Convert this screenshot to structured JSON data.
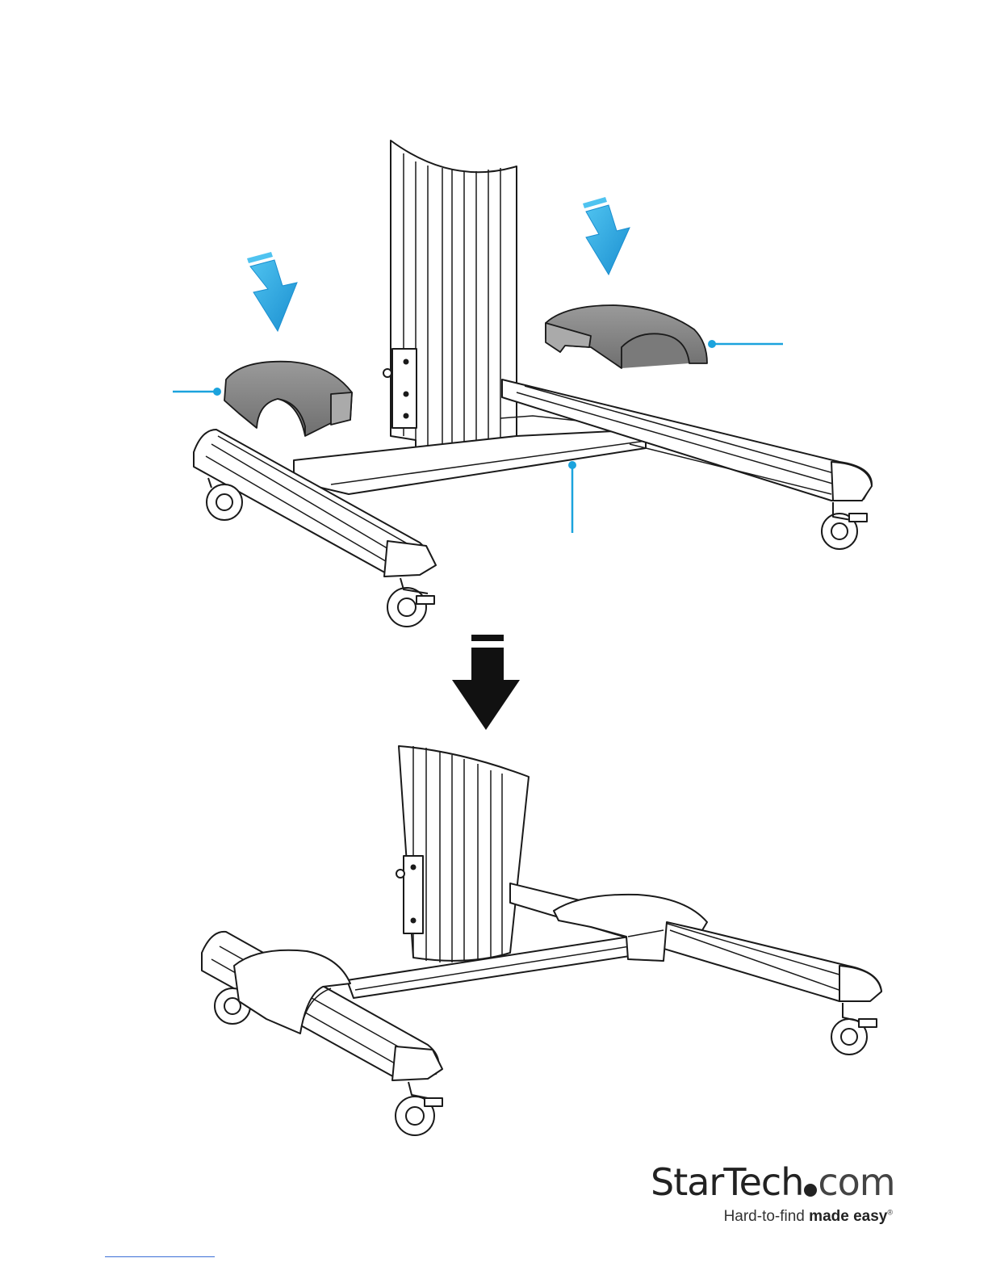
{
  "brand": {
    "name_main": "StarTech",
    "name_suffix": "com",
    "tagline_light": "Hard-to-find",
    "tagline_bold": "made easy",
    "tagline_mark": "®"
  },
  "colors": {
    "arrow_blue": "#29a8e0",
    "callout_blue": "#1ba3dd",
    "cover_gray": "#8c8c8c",
    "line_black": "#1a1a1a",
    "step_arrow": "#111111"
  },
  "icons": {
    "install_arrow": "down-arrow-icon",
    "step_arrow": "step-down-arrow-icon"
  },
  "callouts": [
    {
      "name": "callout-left-cover"
    },
    {
      "name": "callout-right-cover"
    },
    {
      "name": "callout-base-bar"
    }
  ]
}
